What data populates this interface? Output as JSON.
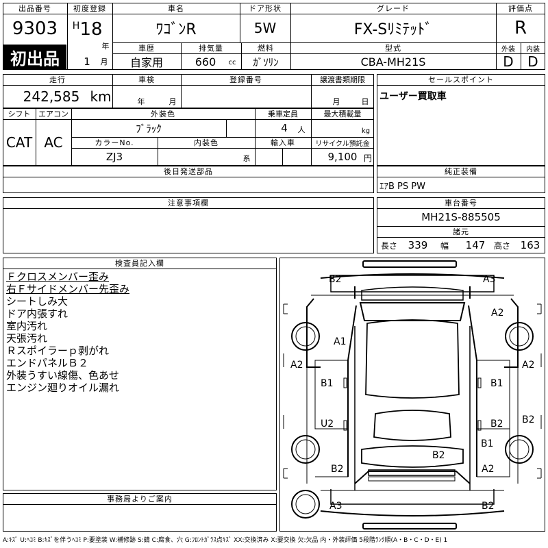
{
  "header": {
    "lot_label": "出品番号",
    "lot_number": "9303",
    "first_listing": "初出品",
    "first_reg_label": "初度登録",
    "era": "H",
    "year": "18",
    "year_unit": "年",
    "month": "1",
    "month_unit": "月",
    "car_name_label": "車名",
    "car_name": "ﾜｺﾞﾝR",
    "door_label": "ドア形状",
    "door": "5W",
    "grade_label": "グレード",
    "grade": "FX-Sﾘﾐﾃｯﾄﾞ",
    "score_label": "評価点",
    "score": "R",
    "history_label": "車歴",
    "history": "自家用",
    "displacement_label": "排気量",
    "displacement": "660",
    "displacement_unit": "cc",
    "fuel_label": "燃料",
    "fuel": "ｶﾞｿﾘﾝ",
    "model_label": "型式",
    "model": "CBA-MH21S",
    "exterior_label": "外装",
    "exterior": "D",
    "interior_label": "内装",
    "interior": "D"
  },
  "row2": {
    "mileage_label": "走行",
    "mileage": "242,585",
    "mileage_unit": "km",
    "inspection_label": "車検",
    "inspection_year": "年",
    "inspection_month": "月",
    "reg_label": "登録番号",
    "transfer_label": "譲渡書類期限",
    "transfer_month": "月",
    "transfer_day": "日",
    "sales_label": "セールスポイント",
    "sales_text": "ユーザー買取車"
  },
  "row3": {
    "shift_label": "シフト",
    "shift": "CAT",
    "ac_label": "エアコン",
    "ac": "AC",
    "color_label": "外装色",
    "color": "ﾌﾞﾗｯｸ",
    "capacity_label": "乗車定員",
    "capacity": "4",
    "capacity_unit": "人",
    "load_label": "最大積載量",
    "load_unit": "kg",
    "color_no_label": "カラーNo.",
    "color_no": "ZJ3",
    "interior_color_label": "内装色",
    "interior_color_unit": "系",
    "import_label": "輸入車",
    "recycle_label": "リサイクル預託金",
    "recycle": "9,100",
    "recycle_unit": "円"
  },
  "parts": {
    "later_label": "後日発送部品",
    "equipment_label": "純正装備",
    "equipment": "ｴｱB PS PW"
  },
  "notes": {
    "caution_label": "注意事項欄",
    "chassis_label": "車台番号",
    "chassis": "MH21S-885505",
    "dims_label": "諸元",
    "length_label": "長さ",
    "length": "339",
    "width_label": "幅",
    "width": "147",
    "height_label": "高さ",
    "height": "163"
  },
  "inspector": {
    "label": "検査員記入欄",
    "items": [
      "Ｆクロスメンバー歪み",
      "右Ｆサイドメンバー先歪み",
      "シートしみ大",
      "ドア内張すれ",
      "室内汚れ",
      "天張汚れ",
      "Ｒスポイラーｐ剥がれ",
      "エンドパネルＢ２",
      "外装うすい線傷、色あせ",
      "エンジン廻りオイル漏れ"
    ]
  },
  "damage": {
    "b2_fl": "B2",
    "a3_fr": "A3",
    "a2_r1": "A2",
    "a1": "A1",
    "a2_l": "A2",
    "a2_r2": "A2",
    "b1_l": "B1",
    "b1_r": "B1",
    "u2": "U2",
    "b2_r1": "B2",
    "b2_r2": "B2",
    "b1_r2": "B1",
    "b2_c": "B2",
    "b2_l2": "B2",
    "a2_r3": "A2",
    "a3_bl": "A3",
    "b2_br": "B2"
  },
  "office": {
    "label": "事務局よりご案内"
  },
  "legend": "A:ｷｽﾞ U:ﾍｺﾐ B:ｷｽﾞを伴うﾍｺﾐ P:要塗装 W:補修跡 S:錆 C:腐食、穴 G:ﾌﾛﾝﾄｶﾞﾗｽ点ｷｽﾞ XX:交換済み X:要交換 欠:欠品 内・外装評価 5段階ﾗﾝｸ順(A・B・C・D・E) 1"
}
